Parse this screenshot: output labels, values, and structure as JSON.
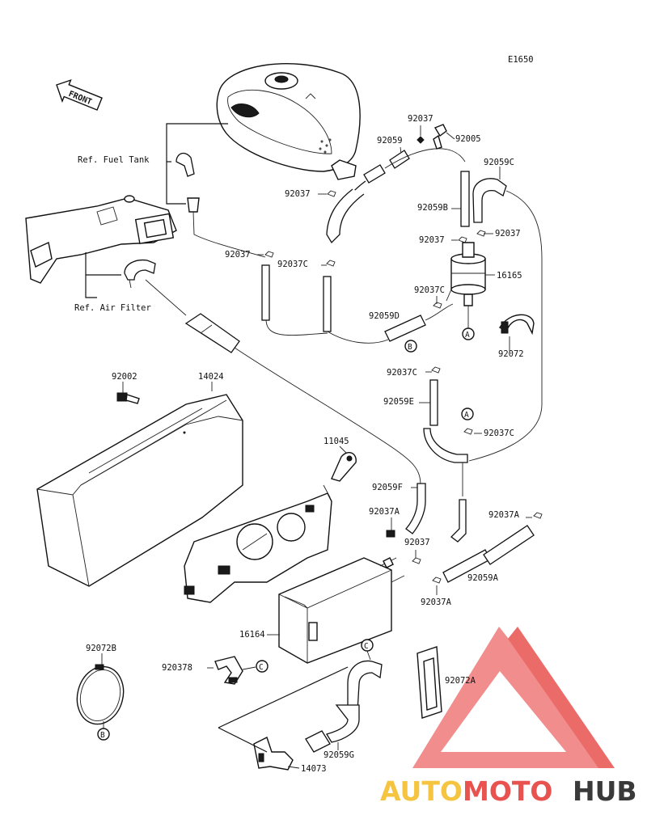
{
  "diagram": {
    "code": "E1650",
    "front_label": "FRONT",
    "refs": {
      "fuel_tank": "Ref. Fuel Tank",
      "air_filter": "Ref. Air Filter"
    },
    "parts": {
      "p92037_top": "92037",
      "p92005": "92005",
      "p92059": "92059",
      "p92059C": "92059C",
      "p92037_tank": "92037",
      "p92059B": "92059B",
      "p92037_l": "92037",
      "p92037_r": "92037",
      "p92037_hose": "92037",
      "p92037C_1": "92037C",
      "p16165": "16165",
      "p92037C_2": "92037C",
      "p92059D": "92059D",
      "p92072": "92072",
      "p92002": "92002",
      "p14024": "14024",
      "p92037C_3": "92037C",
      "p92059E": "92059E",
      "p92037C_4": "92037C",
      "p11045": "11045",
      "p92059F": "92059F",
      "p92037A_1": "92037A",
      "p92037A_2": "92037A",
      "p92037_mid": "92037",
      "p92059A": "92059A",
      "p92037A_3": "92037A",
      "p16164": "16164",
      "p92072B": "92072B",
      "p92037B": "920378",
      "p92072A": "92072A",
      "p92059G": "92059G",
      "p14073": "14073"
    },
    "markers": {
      "A": "A",
      "B": "B",
      "C": "C"
    },
    "watermark": {
      "auto": "AUTO",
      "moto": "MOTO",
      "hub": "HUB",
      "color_auto": "#f5c542",
      "color_moto": "#e8524f",
      "color_hub": "#3a3a3a",
      "triangle_color": "#f07a7a"
    }
  }
}
